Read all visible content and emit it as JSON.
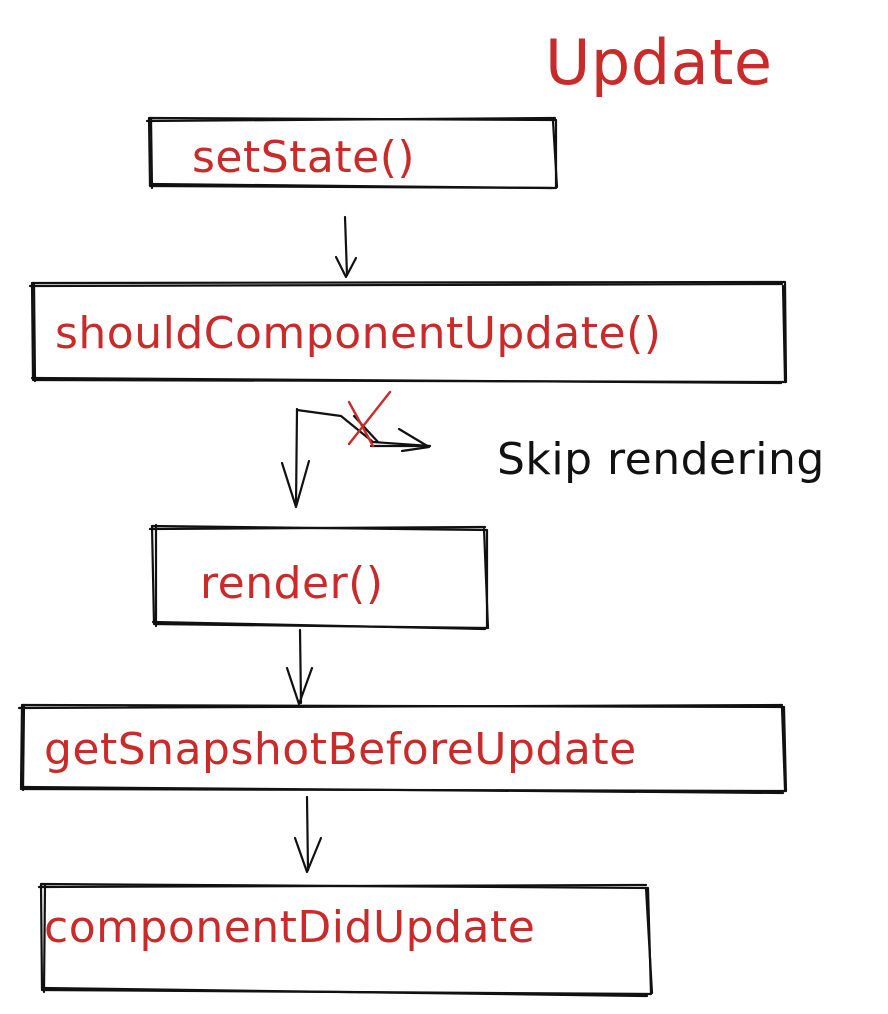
{
  "diagram": {
    "title": "Update",
    "steps": [
      "setState()",
      "shouldComponentUpdate()",
      "render()",
      "getSnapshotBeforeUpdate",
      "componentDidUpdate"
    ],
    "skip_label": "Skip rendering"
  },
  "colors": {
    "accent": "#c92a2a",
    "ink": "#111111"
  }
}
